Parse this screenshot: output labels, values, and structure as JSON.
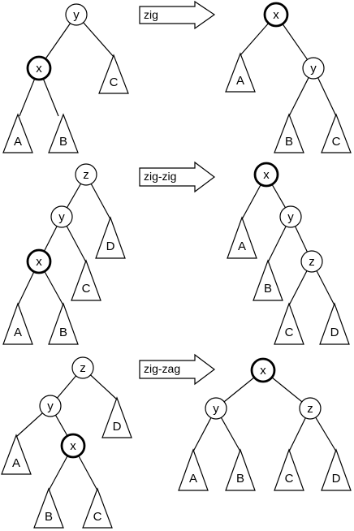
{
  "operations": [
    {
      "label": "zig",
      "before": {
        "root": "y",
        "child": "x",
        "subtrees": [
          "A",
          "B",
          "C"
        ]
      },
      "after": {
        "root": "x",
        "child": "y",
        "subtrees": [
          "A",
          "B",
          "C"
        ]
      }
    },
    {
      "label": "zig-zig",
      "before": {
        "root": "z",
        "mid": "y",
        "child": "x",
        "subtrees": [
          "A",
          "B",
          "C",
          "D"
        ]
      },
      "after": {
        "root": "x",
        "mid": "y",
        "child": "z",
        "subtrees": [
          "A",
          "B",
          "C",
          "D"
        ]
      }
    },
    {
      "label": "zig-zag",
      "before": {
        "root": "z",
        "mid": "y",
        "child": "x",
        "subtrees": [
          "A",
          "B",
          "C",
          "D"
        ]
      },
      "after": {
        "root": "x",
        "left": "y",
        "right": "z",
        "subtrees": [
          "A",
          "B",
          "C",
          "D"
        ]
      }
    }
  ]
}
